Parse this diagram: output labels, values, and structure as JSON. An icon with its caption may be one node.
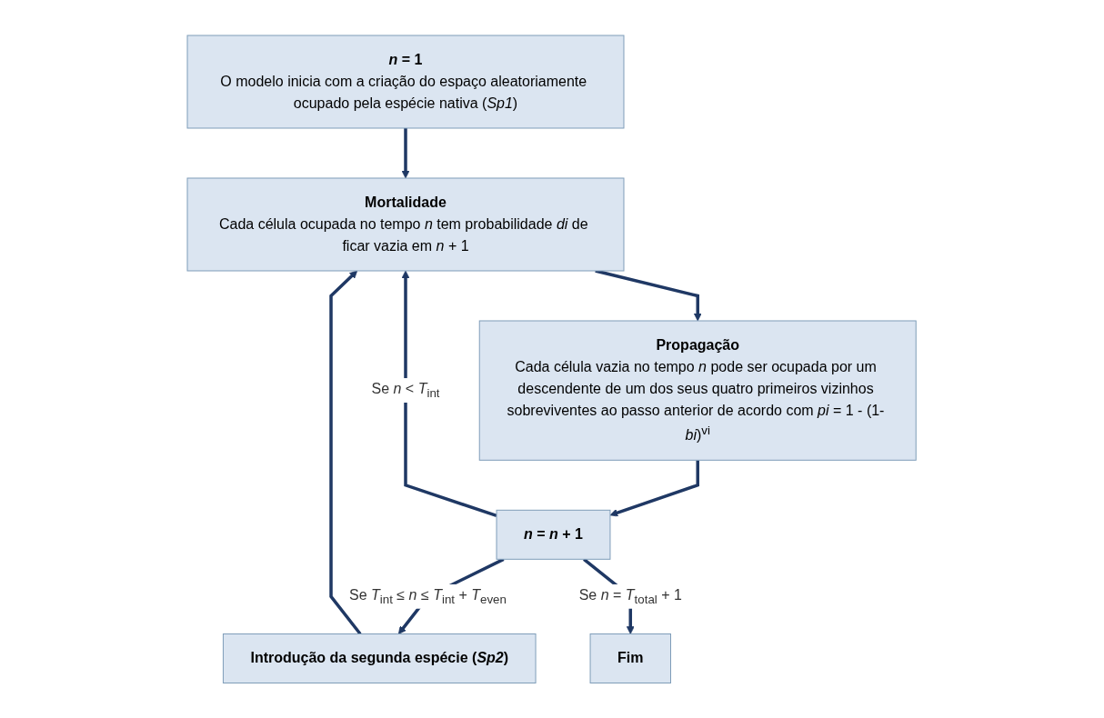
{
  "diagram": {
    "nodes": [
      {
        "text": [
          "*n* = 1",
          "O modelo inicia com a criação do espaço aleatoriamente ocupado pela espécie nativa (*Sp1*)"
        ]
      },
      {
        "text": [
          "Introdução da segunda espécie (*Sp2*)"
        ]
      },
      {
        "text": [
          "Mortalidade",
          "Cada célula ocupada no tempo *n* tem probabilidade *di* de ficar vazia em *n* + 1"
        ]
      },
      {
        "text": [
          "Propagação",
          "Cada célula vazia no tempo *n* pode ser ocupada por um descendente de um dos seus quatro primeiros vizinhos sobreviventes ao passo anterior de acordo com *pi* = 1 - (1- *bi*)$^{vi}$"
        ]
      },
      {
        "text": [
          "*n* = *n* + 1"
        ]
      },
      {
        "text": [
          "Fim"
        ]
      }
    ],
    "edges": [
      {
        "from": 0,
        "to": 2,
        "arrow": "to"
      },
      {
        "from": 1,
        "to": 2,
        "arrow": "to"
      },
      {
        "from": 2,
        "to": 3,
        "arrow": "to"
      },
      {
        "from": 3,
        "to": 4,
        "arrow": "to"
      },
      {
        "from": 4,
        "to": 1,
        "arrow": "to",
        "label": "Se *T*$_{int}$ ≤ *n* ≤ *T*$_{int}$ + *T*$_{even}$"
      },
      {
        "from": 4,
        "to": 2,
        "arrow": "to",
        "label": "Se *n* < *T*$_{int}$"
      },
      {
        "from": 4,
        "to": 5,
        "arrow": "to",
        "label": "Se *n* = *T*$_{total}$ + 1"
      }
    ]
  }
}
